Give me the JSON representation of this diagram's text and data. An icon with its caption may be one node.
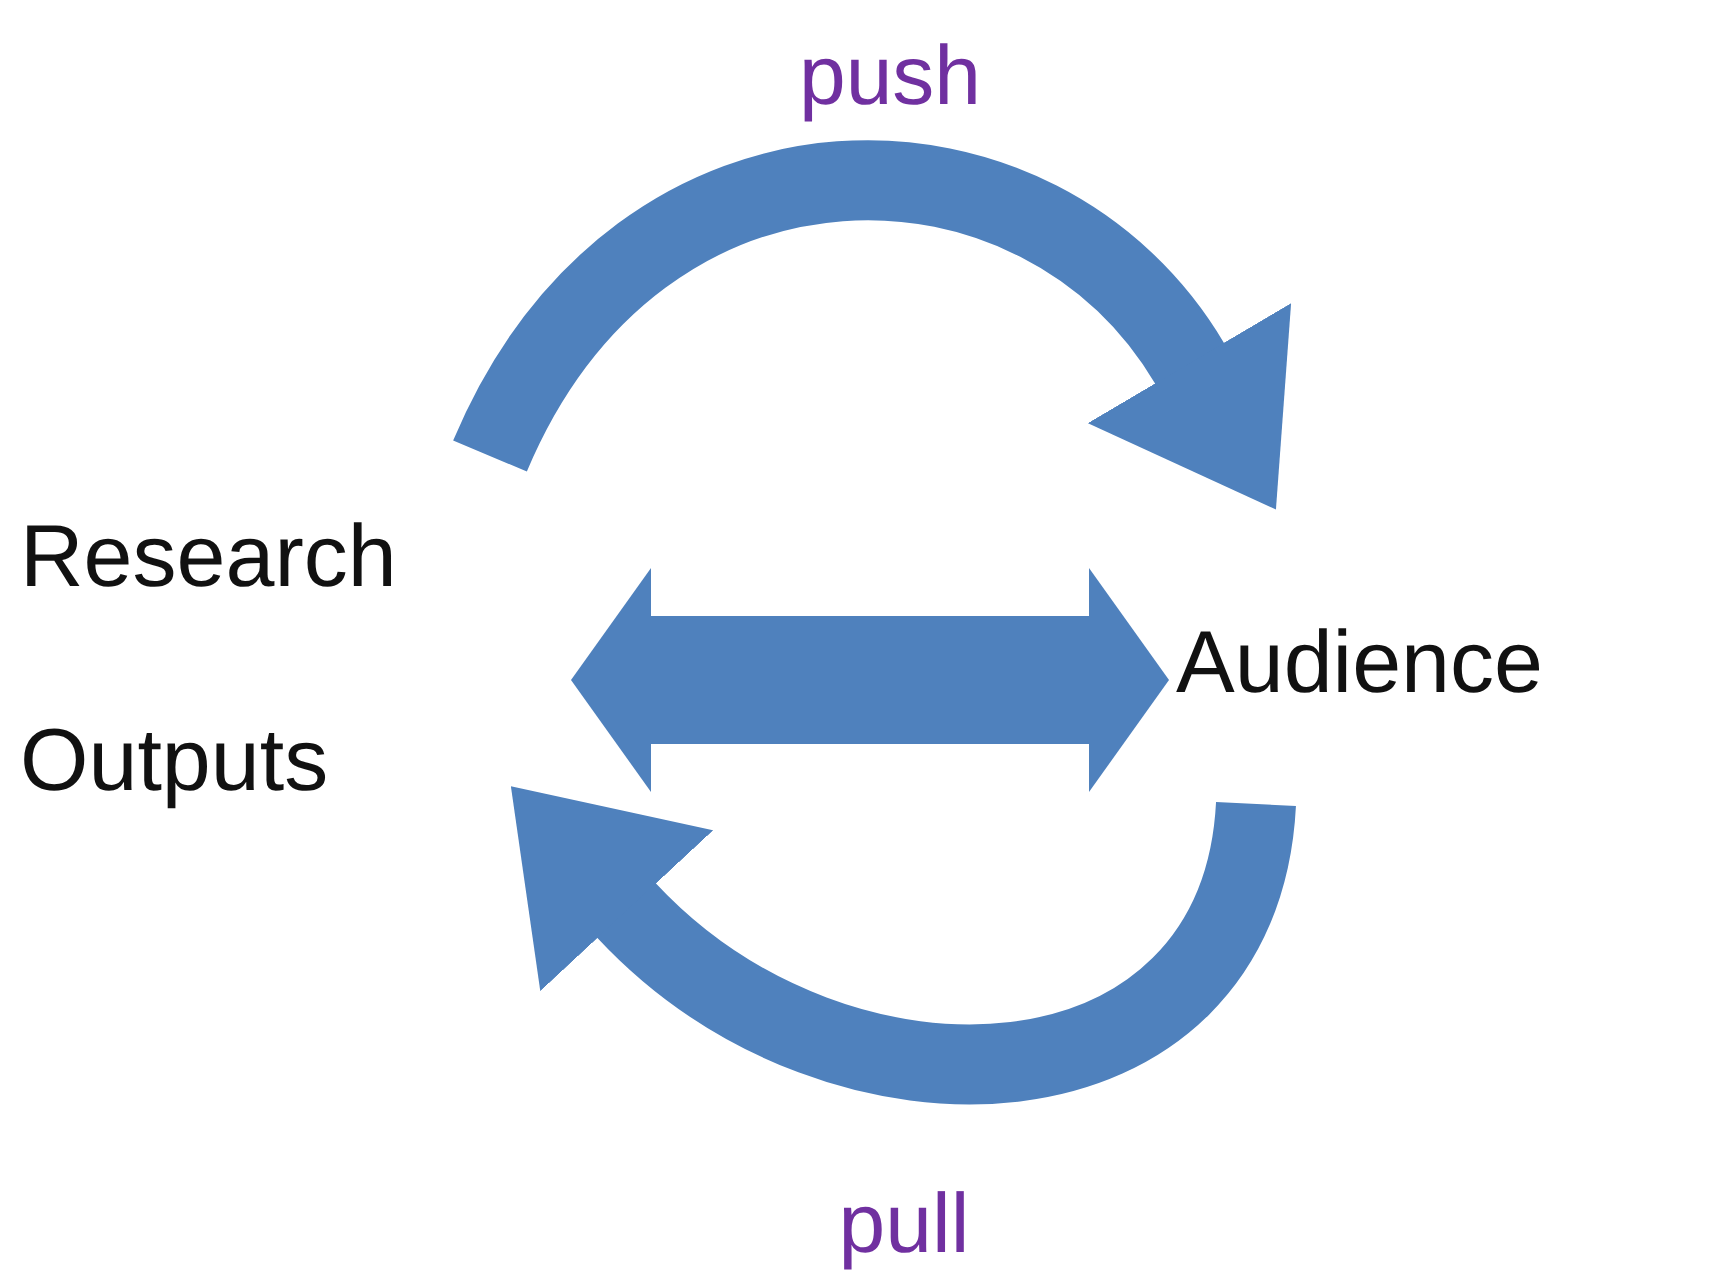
{
  "diagram": {
    "nodes": [
      {
        "text": [
          "Research Outputs"
        ]
      },
      {
        "text": [
          "Audience"
        ]
      }
    ],
    "edges": [
      {
        "from": 0,
        "to": 1,
        "arrow": "to",
        "label": "push"
      },
      {
        "from": 1,
        "to": 0,
        "arrow": "to",
        "label": "pull"
      },
      {
        "from": 0,
        "to": 1,
        "arrow": "both"
      }
    ]
  }
}
